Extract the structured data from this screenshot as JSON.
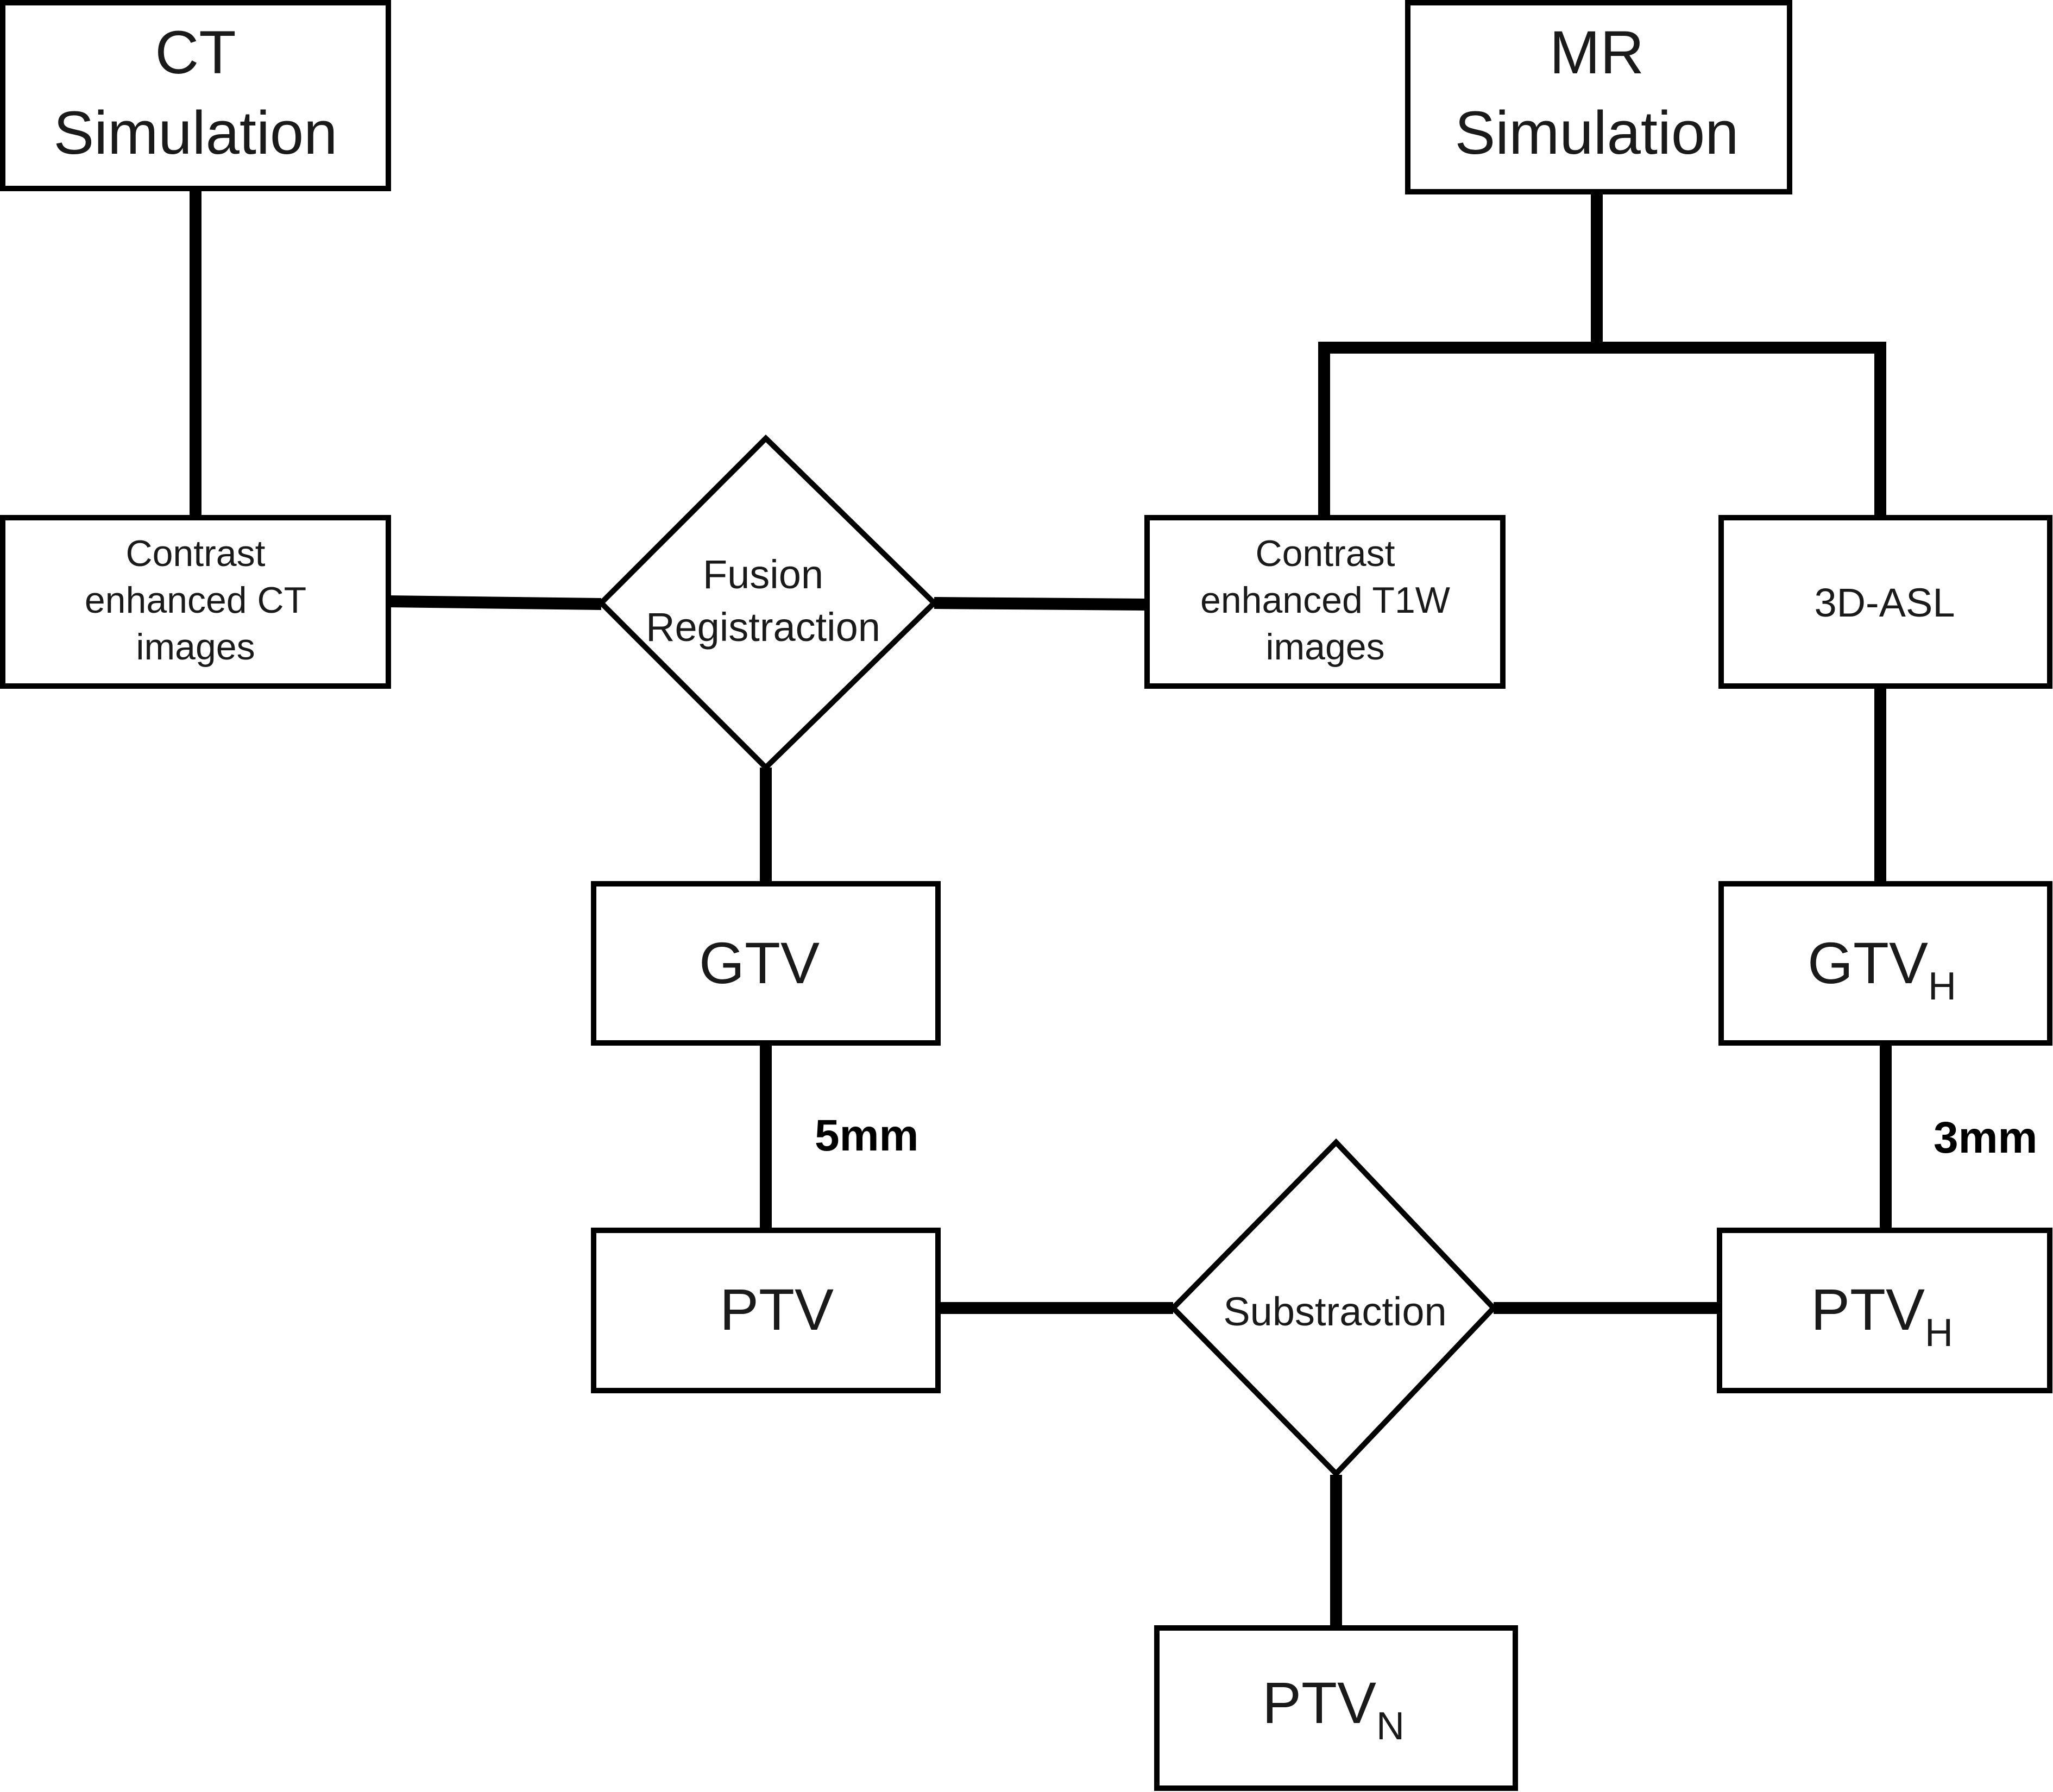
{
  "colors": {
    "stroke": "#000000",
    "fill": "#ffffff",
    "text": "#1a1a1a"
  },
  "nodes": {
    "ct_sim": {
      "line1": "CT",
      "line2": "Simulation"
    },
    "mr_sim": {
      "line1": "MR",
      "line2": "Simulation"
    },
    "ct_images": {
      "line1": "Contrast",
      "line2": "enhanced CT",
      "line3": "images"
    },
    "fusion": {
      "line1": "Fusion",
      "line2": "Registraction"
    },
    "t1w_images": {
      "line1": "Contrast",
      "line2": "enhanced T1W",
      "line3": "images"
    },
    "asl": {
      "label": "3D-ASL"
    },
    "gtv": {
      "label": "GTV"
    },
    "gtv_h": {
      "label": "GTV",
      "sub": "H"
    },
    "ptv": {
      "label": "PTV"
    },
    "substraction": {
      "label": "Substraction"
    },
    "ptv_h": {
      "label": "PTV",
      "sub": "H"
    },
    "ptv_n": {
      "label": "PTV",
      "sub": "N"
    }
  },
  "margins": {
    "gtv_to_ptv": "5mm",
    "gtvh_to_ptvh": "3mm"
  }
}
